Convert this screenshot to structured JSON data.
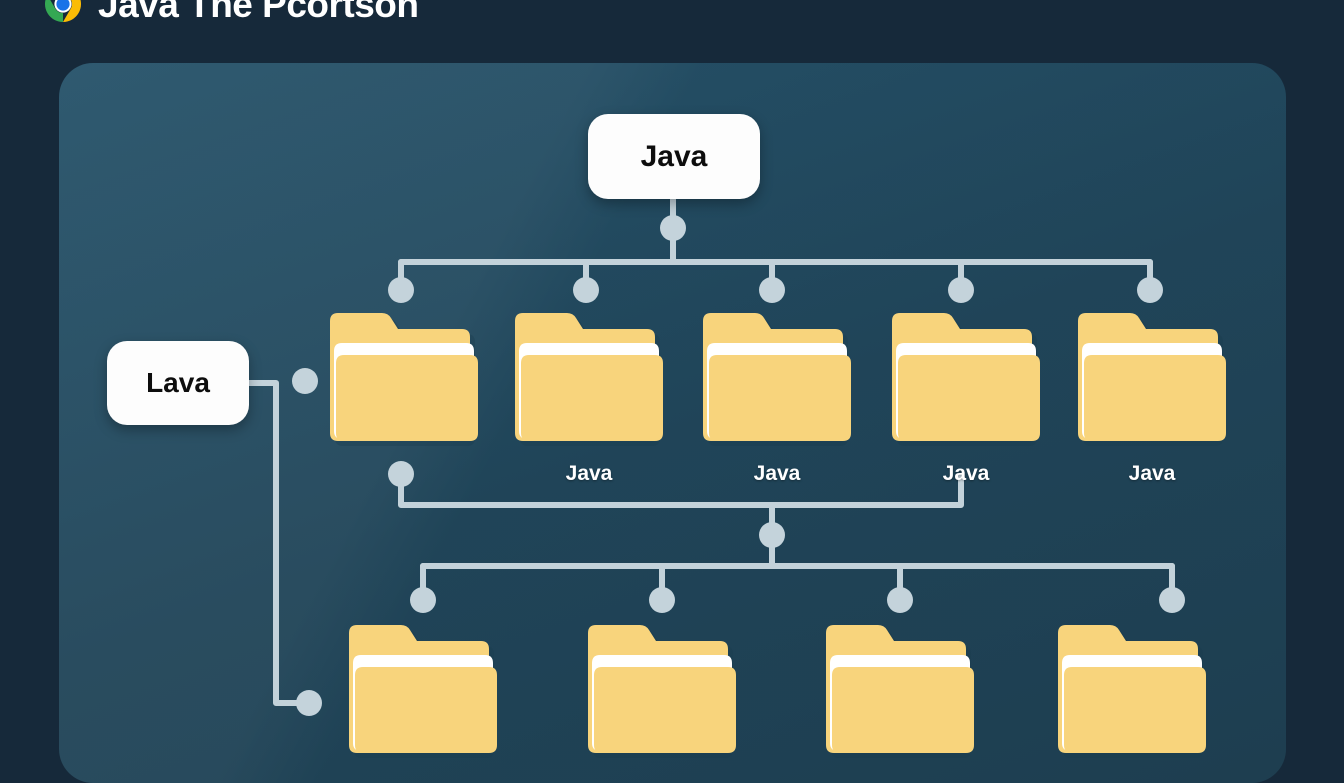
{
  "header": {
    "logo_icon": "chrome-logo-icon",
    "title": "Java The Pcortson"
  },
  "panel": {
    "background_color": "#1d4256",
    "page_background_color": "#16293a"
  },
  "diagram": {
    "type": "folder-hierarchy-tree",
    "connector_color": "#c3d2da",
    "folder_color": "#f8d47c",
    "root_node": {
      "label": "Java"
    },
    "side_node": {
      "label": "Lava"
    },
    "level1_folders": [
      {
        "caption": ""
      },
      {
        "caption": "Java"
      },
      {
        "caption": "Java"
      },
      {
        "caption": "Java"
      },
      {
        "caption": "Java"
      }
    ],
    "level2_folders": [
      {
        "caption": ""
      },
      {
        "caption": ""
      },
      {
        "caption": ""
      },
      {
        "caption": ""
      }
    ]
  }
}
